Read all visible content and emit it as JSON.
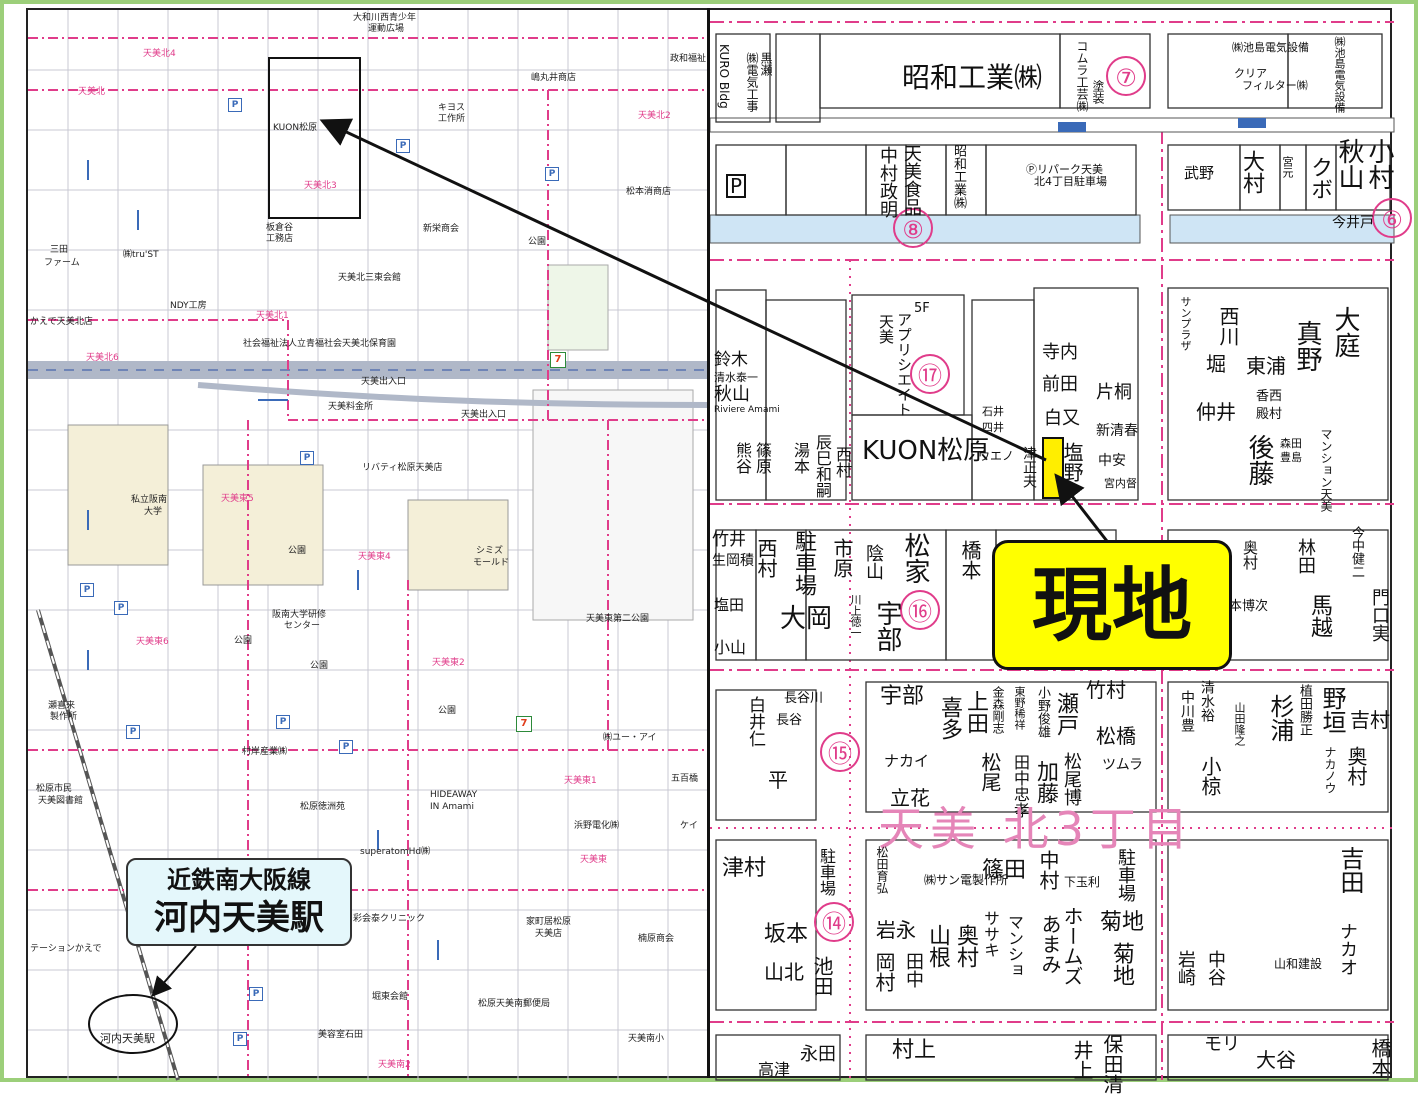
{
  "left_map": {
    "labels": [
      {
        "text": "大和川西青少年",
        "cls": ""
      },
      {
        "text": "運動広場",
        "cls": ""
      },
      {
        "text": "天美北4",
        "cls": "pink"
      },
      {
        "text": "天美北",
        "cls": "pink"
      },
      {
        "text": "政和福祉",
        "cls": ""
      },
      {
        "text": "嶋丸井商店",
        "cls": ""
      },
      {
        "text": "KUON松原",
        "cls": ""
      },
      {
        "text": "キヨス",
        "cls": ""
      },
      {
        "text": "工作所",
        "cls": ""
      },
      {
        "text": "天美北2",
        "cls": "pink"
      },
      {
        "text": "天美北3",
        "cls": "pink"
      },
      {
        "text": "松本消商店",
        "cls": ""
      },
      {
        "text": "板倉谷",
        "cls": ""
      },
      {
        "text": "工務店",
        "cls": ""
      },
      {
        "text": "新栄商会",
        "cls": ""
      },
      {
        "text": "公園",
        "cls": ""
      },
      {
        "text": "三田",
        "cls": ""
      },
      {
        "text": "ファーム",
        "cls": ""
      },
      {
        "text": "㈱tru'ST",
        "cls": ""
      },
      {
        "text": "天美北三東会館",
        "cls": ""
      },
      {
        "text": "NDY工房",
        "cls": ""
      },
      {
        "text": "かえで天美北店",
        "cls": ""
      },
      {
        "text": "天美北1",
        "cls": "pink"
      },
      {
        "text": "社会福祉法人立青福社会天美北保育園",
        "cls": ""
      },
      {
        "text": "天美北6",
        "cls": "pink"
      },
      {
        "text": "天美出入口",
        "cls": ""
      },
      {
        "text": "天美料金所",
        "cls": ""
      },
      {
        "text": "天美出入口",
        "cls": ""
      },
      {
        "text": "リバティ松原天美店",
        "cls": ""
      },
      {
        "text": "私立阪南",
        "cls": ""
      },
      {
        "text": "大学",
        "cls": ""
      },
      {
        "text": "天美東5",
        "cls": "pink"
      },
      {
        "text": "公園",
        "cls": ""
      },
      {
        "text": "天美東4",
        "cls": "pink"
      },
      {
        "text": "シミズ",
        "cls": ""
      },
      {
        "text": "モールド",
        "cls": ""
      },
      {
        "text": "阪南大学研修",
        "cls": ""
      },
      {
        "text": "センター",
        "cls": ""
      },
      {
        "text": "天美東第二公園",
        "cls": ""
      },
      {
        "text": "天美東6",
        "cls": "pink"
      },
      {
        "text": "公園",
        "cls": ""
      },
      {
        "text": "公園",
        "cls": ""
      },
      {
        "text": "天美東2",
        "cls": "pink"
      },
      {
        "text": "公園",
        "cls": ""
      },
      {
        "text": "瀬喜来",
        "cls": ""
      },
      {
        "text": "製作所",
        "cls": ""
      },
      {
        "text": "㈱ユー・アイ",
        "cls": ""
      },
      {
        "text": "村岸産業㈱",
        "cls": ""
      },
      {
        "text": "天美東1",
        "cls": "pink"
      },
      {
        "text": "五百橋",
        "cls": ""
      },
      {
        "text": "松原市民",
        "cls": ""
      },
      {
        "text": "天美図書館",
        "cls": ""
      },
      {
        "text": "松原徳洲苑",
        "cls": ""
      },
      {
        "text": "HIDEAWAY",
        "cls": ""
      },
      {
        "text": "IN Amami",
        "cls": ""
      },
      {
        "text": "浜野電化㈱",
        "cls": ""
      },
      {
        "text": "ケイ",
        "cls": ""
      },
      {
        "text": "天美東",
        "cls": "pink"
      },
      {
        "text": "superatomHd㈱",
        "cls": ""
      },
      {
        "text": "彩会泰クリニック",
        "cls": ""
      },
      {
        "text": "家町居松原",
        "cls": ""
      },
      {
        "text": "天美店",
        "cls": ""
      },
      {
        "text": "楠原商会",
        "cls": ""
      },
      {
        "text": "テーションかえで",
        "cls": ""
      },
      {
        "text": "堀東会館",
        "cls": ""
      },
      {
        "text": "松原天美南郵便局",
        "cls": ""
      },
      {
        "text": "天美南小",
        "cls": ""
      },
      {
        "text": "美容室石田",
        "cls": ""
      },
      {
        "text": "天美南2",
        "cls": "pink"
      },
      {
        "text": "河内天美駅",
        "cls": ""
      }
    ],
    "station_callout": {
      "line1": "近鉄南大阪線",
      "line2": "河内天美駅"
    },
    "parking_symbol": "P"
  },
  "right_map": {
    "labels": [
      {
        "text": "KURO Bldg",
        "cls": "v",
        "size": 12
      },
      {
        "text": "㈱電気工事",
        "cls": "v",
        "size": 12
      },
      {
        "text": "黒瀬",
        "cls": "v",
        "size": 12
      },
      {
        "text": "昭和工業㈱",
        "cls": "",
        "size": 28
      },
      {
        "text": "コムラ工芸㈱",
        "cls": "v",
        "size": 12
      },
      {
        "text": "塗装",
        "cls": "v",
        "size": 12
      },
      {
        "text": "㈱池島電気設備",
        "cls": "",
        "size": 11
      },
      {
        "text": "クリア",
        "cls": "",
        "size": 11
      },
      {
        "text": "フィルター㈱",
        "cls": "",
        "size": 11
      },
      {
        "text": "㈱池島電気設備",
        "cls": "v",
        "size": 11
      },
      {
        "text": "P",
        "cls": "",
        "size": 20
      },
      {
        "text": "中村政明",
        "cls": "v",
        "size": 18
      },
      {
        "text": "天美食品",
        "cls": "v",
        "size": 18
      },
      {
        "text": "昭和工業㈱",
        "cls": "v",
        "size": 13
      },
      {
        "text": "Ⓟリパーク天美",
        "cls": "",
        "size": 11
      },
      {
        "text": "北4丁目駐車場",
        "cls": "",
        "size": 11
      },
      {
        "text": "武野",
        "cls": "",
        "size": 15
      },
      {
        "text": "大村",
        "cls": "v",
        "size": 22
      },
      {
        "text": "宮元",
        "cls": "v",
        "size": 11
      },
      {
        "text": "クボ",
        "cls": "v",
        "size": 22
      },
      {
        "text": "秋山",
        "cls": "v",
        "size": 26
      },
      {
        "text": "小村",
        "cls": "v",
        "size": 26
      },
      {
        "text": "今井戸",
        "cls": "",
        "size": 14
      },
      {
        "text": "アプリシエイト",
        "cls": "v",
        "size": 15
      },
      {
        "text": "天美",
        "cls": "v",
        "size": 15
      },
      {
        "text": "5F",
        "cls": "",
        "size": 13
      },
      {
        "text": "鈴木",
        "cls": "",
        "size": 17
      },
      {
        "text": "清水泰一",
        "cls": "",
        "size": 11
      },
      {
        "text": "秋山",
        "cls": "",
        "size": 18
      },
      {
        "text": "Riviere Amami",
        "cls": "",
        "size": 9
      },
      {
        "text": "寺内",
        "cls": "",
        "size": 18
      },
      {
        "text": "前田",
        "cls": "",
        "size": 18
      },
      {
        "text": "片桐",
        "cls": "",
        "size": 18
      },
      {
        "text": "白又",
        "cls": "",
        "size": 18
      },
      {
        "text": "新清春",
        "cls": "",
        "size": 14
      },
      {
        "text": "石井",
        "cls": "",
        "size": 11
      },
      {
        "text": "四井",
        "cls": "",
        "size": 11
      },
      {
        "text": "サンプラザ",
        "cls": "v",
        "size": 11
      },
      {
        "text": "西川",
        "cls": "v",
        "size": 20
      },
      {
        "text": "真野",
        "cls": "v",
        "size": 26
      },
      {
        "text": "大庭",
        "cls": "v",
        "size": 26
      },
      {
        "text": "堀",
        "cls": "",
        "size": 20
      },
      {
        "text": "東浦",
        "cls": "",
        "size": 20
      },
      {
        "text": "仲井",
        "cls": "",
        "size": 20
      },
      {
        "text": "香西",
        "cls": "",
        "size": 13
      },
      {
        "text": "殿村",
        "cls": "",
        "size": 13
      },
      {
        "text": "後藤",
        "cls": "v",
        "size": 26
      },
      {
        "text": "森田",
        "cls": "",
        "size": 11
      },
      {
        "text": "豊島",
        "cls": "",
        "size": 11
      },
      {
        "text": "マンション天美",
        "cls": "v",
        "size": 12
      },
      {
        "text": "熊谷",
        "cls": "v",
        "size": 16
      },
      {
        "text": "篠原",
        "cls": "v",
        "size": 16
      },
      {
        "text": "湯本",
        "cls": "v",
        "size": 16
      },
      {
        "text": "辰巳和嗣",
        "cls": "v",
        "size": 16
      },
      {
        "text": "西村",
        "cls": "v",
        "size": 16
      },
      {
        "text": "KUON松原",
        "cls": "",
        "size": 26
      },
      {
        "text": "ウエノ",
        "cls": "",
        "size": 12
      },
      {
        "text": "津正夫",
        "cls": "v",
        "size": 14
      },
      {
        "text": "塩野",
        "cls": "v",
        "size": 20
      },
      {
        "text": "中安",
        "cls": "",
        "size": 14
      },
      {
        "text": "宮内督",
        "cls": "",
        "size": 11
      },
      {
        "text": "竹井",
        "cls": "",
        "size": 17
      },
      {
        "text": "生岡積",
        "cls": "",
        "size": 14
      },
      {
        "text": "西村",
        "cls": "v",
        "size": 20
      },
      {
        "text": "駐車場",
        "cls": "v",
        "size": 22
      },
      {
        "text": "市原",
        "cls": "v",
        "size": 20
      },
      {
        "text": "陰山",
        "cls": "v",
        "size": 18
      },
      {
        "text": "松家",
        "cls": "v",
        "size": 26
      },
      {
        "text": "橋本",
        "cls": "v",
        "size": 20
      },
      {
        "text": "塩田",
        "cls": "",
        "size": 15
      },
      {
        "text": "大岡",
        "cls": "",
        "size": 26
      },
      {
        "text": "川上徳一",
        "cls": "v",
        "size": 11
      },
      {
        "text": "宇部",
        "cls": "v",
        "size": 26
      },
      {
        "text": "小山",
        "cls": "",
        "size": 16
      },
      {
        "text": "奥村",
        "cls": "v",
        "size": 15
      },
      {
        "text": "林田",
        "cls": "v",
        "size": 18
      },
      {
        "text": "森本博次",
        "cls": "",
        "size": 13
      },
      {
        "text": "馬越",
        "cls": "v",
        "size": 22
      },
      {
        "text": "今中健二",
        "cls": "v",
        "size": 13
      },
      {
        "text": "門口実",
        "cls": "v",
        "size": 18
      },
      {
        "text": "白井仁",
        "cls": "v",
        "size": 17
      },
      {
        "text": "長谷川",
        "cls": "",
        "size": 13
      },
      {
        "text": "長谷",
        "cls": "",
        "size": 13
      },
      {
        "text": "宇部",
        "cls": "",
        "size": 22
      },
      {
        "text": "喜多",
        "cls": "v",
        "size": 22
      },
      {
        "text": "上田",
        "cls": "v",
        "size": 22
      },
      {
        "text": "金森剛志",
        "cls": "v",
        "size": 12
      },
      {
        "text": "東野稀祥",
        "cls": "v",
        "size": 11
      },
      {
        "text": "小野俊雄",
        "cls": "v",
        "size": 13
      },
      {
        "text": "瀬戸",
        "cls": "v",
        "size": 22
      },
      {
        "text": "竹村",
        "cls": "",
        "size": 20
      },
      {
        "text": "松橋",
        "cls": "",
        "size": 20
      },
      {
        "text": "清水裕",
        "cls": "v",
        "size": 14
      },
      {
        "text": "中川豊",
        "cls": "v",
        "size": 14
      },
      {
        "text": "山田隆之",
        "cls": "v",
        "size": 11
      },
      {
        "text": "杉浦",
        "cls": "v",
        "size": 24
      },
      {
        "text": "植田勝正",
        "cls": "v",
        "size": 13
      },
      {
        "text": "野垣",
        "cls": "v",
        "size": 24
      },
      {
        "text": "吉村",
        "cls": "",
        "size": 20
      },
      {
        "text": "ナカイ",
        "cls": "",
        "size": 15
      },
      {
        "text": "平",
        "cls": "",
        "size": 20
      },
      {
        "text": "ツムラ",
        "cls": "",
        "size": 14
      },
      {
        "text": "立花",
        "cls": "",
        "size": 20
      },
      {
        "text": "松尾",
        "cls": "v",
        "size": 20
      },
      {
        "text": "田中忠孝",
        "cls": "v",
        "size": 16
      },
      {
        "text": "加藤",
        "cls": "v",
        "size": 22
      },
      {
        "text": "松尾博",
        "cls": "v",
        "size": 18
      },
      {
        "text": "小椋",
        "cls": "v",
        "size": 20
      },
      {
        "text": "ナカノウ",
        "cls": "v",
        "size": 12
      },
      {
        "text": "奥村",
        "cls": "v",
        "size": 20
      },
      {
        "text": "天美 北3丁目",
        "cls": "pinkbig",
        "size": 46
      },
      {
        "text": "津村",
        "cls": "",
        "size": 22
      },
      {
        "text": "駐車場",
        "cls": "v",
        "size": 16
      },
      {
        "text": "松田育弘",
        "cls": "v",
        "size": 12
      },
      {
        "text": "㈱サン電製作所",
        "cls": "",
        "size": 12
      },
      {
        "text": "篠田",
        "cls": "",
        "size": 22
      },
      {
        "text": "中村",
        "cls": "v",
        "size": 20
      },
      {
        "text": "下玉利",
        "cls": "",
        "size": 12
      },
      {
        "text": "駐車場",
        "cls": "v",
        "size": 18
      },
      {
        "text": "吉田",
        "cls": "v",
        "size": 24
      },
      {
        "text": "坂本",
        "cls": "",
        "size": 22
      },
      {
        "text": "岩永",
        "cls": "",
        "size": 20
      },
      {
        "text": "山根",
        "cls": "v",
        "size": 22
      },
      {
        "text": "奥村",
        "cls": "v",
        "size": 22
      },
      {
        "text": "ササキ",
        "cls": "v",
        "size": 16
      },
      {
        "text": "マンショ",
        "cls": "v",
        "size": 16
      },
      {
        "text": "あまみ",
        "cls": "v",
        "size": 20
      },
      {
        "text": "ホームズ",
        "cls": "v",
        "size": 20
      },
      {
        "text": "菊地",
        "cls": "",
        "size": 22
      },
      {
        "text": "菊地",
        "cls": "v",
        "size": 22
      },
      {
        "text": "山北",
        "cls": "",
        "size": 20
      },
      {
        "text": "池田",
        "cls": "v",
        "size": 20
      },
      {
        "text": "岡村",
        "cls": "v",
        "size": 20
      },
      {
        "text": "田中",
        "cls": "v",
        "size": 18
      },
      {
        "text": "岩崎",
        "cls": "v",
        "size": 18
      },
      {
        "text": "中谷",
        "cls": "v",
        "size": 18
      },
      {
        "text": "山和建設",
        "cls": "",
        "size": 12
      },
      {
        "text": "ナカオ",
        "cls": "v",
        "size": 18
      },
      {
        "text": "高津",
        "cls": "",
        "size": 16
      },
      {
        "text": "永田",
        "cls": "",
        "size": 18
      },
      {
        "text": "村上",
        "cls": "",
        "size": 22
      },
      {
        "text": "井上",
        "cls": "v",
        "size": 20
      },
      {
        "text": "保田清",
        "cls": "v",
        "size": 20
      },
      {
        "text": "モリ",
        "cls": "",
        "size": 18
      },
      {
        "text": "大谷",
        "cls": "",
        "size": 20
      },
      {
        "text": "橋本",
        "cls": "v",
        "size": 20
      }
    ],
    "block_numbers": [
      "⑦",
      "⑥",
      "⑧",
      "⑰",
      "⑯",
      "⑮",
      "⑭"
    ],
    "site_callout": "現地"
  }
}
